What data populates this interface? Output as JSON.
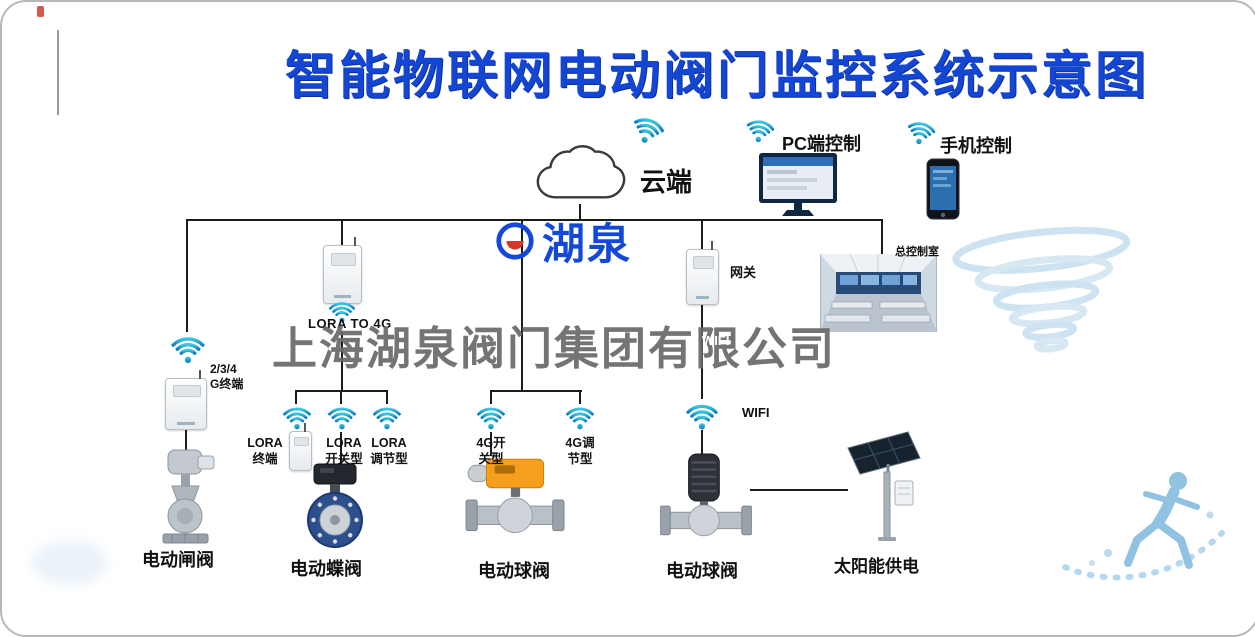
{
  "title": "智能物联网电动阀门监控系统示意图",
  "watermark": "上海湖泉阀门集团有限公司",
  "logo": {
    "name": "湖泉"
  },
  "cloud": {
    "label": "云端"
  },
  "controls": {
    "pc": "PC端控制",
    "phone": "手机控制"
  },
  "network": {
    "gateway": "网关",
    "control_room": "总控制室",
    "lora_to_4g": "LORA TO 4G",
    "terminal_234g": {
      "line1": "2/3/4",
      "line2": "G终端"
    },
    "wifi_mid": "WIFI",
    "wifi": "WIFI"
  },
  "branches": {
    "lora_terminal": {
      "line1": "LORA",
      "line2": "终端"
    },
    "lora_switch": {
      "line1": "LORA",
      "line2": "开关型"
    },
    "lora_adjust": {
      "line1": "LORA",
      "line2": "调节型"
    },
    "g4_switch": {
      "line1": "4G开",
      "line2": "关型"
    },
    "g4_adjust": {
      "line1": "4G调",
      "line2": "节型"
    }
  },
  "valves": {
    "gate": "电动闸阀",
    "butterfly": "电动蝶阀",
    "ball1": "电动球阀",
    "ball2": "电动球阀",
    "solar": "太阳能供电"
  },
  "colors": {
    "title_blue": "#1346d3",
    "wifi_teal": "#14a0cf",
    "watermark_gray": "#696969",
    "line_black": "#1c1c1c",
    "actuator_orange": "#f59f1c",
    "butterfly_blue": "#2c4f8e",
    "decorative_blue": "#9fc8e4"
  }
}
